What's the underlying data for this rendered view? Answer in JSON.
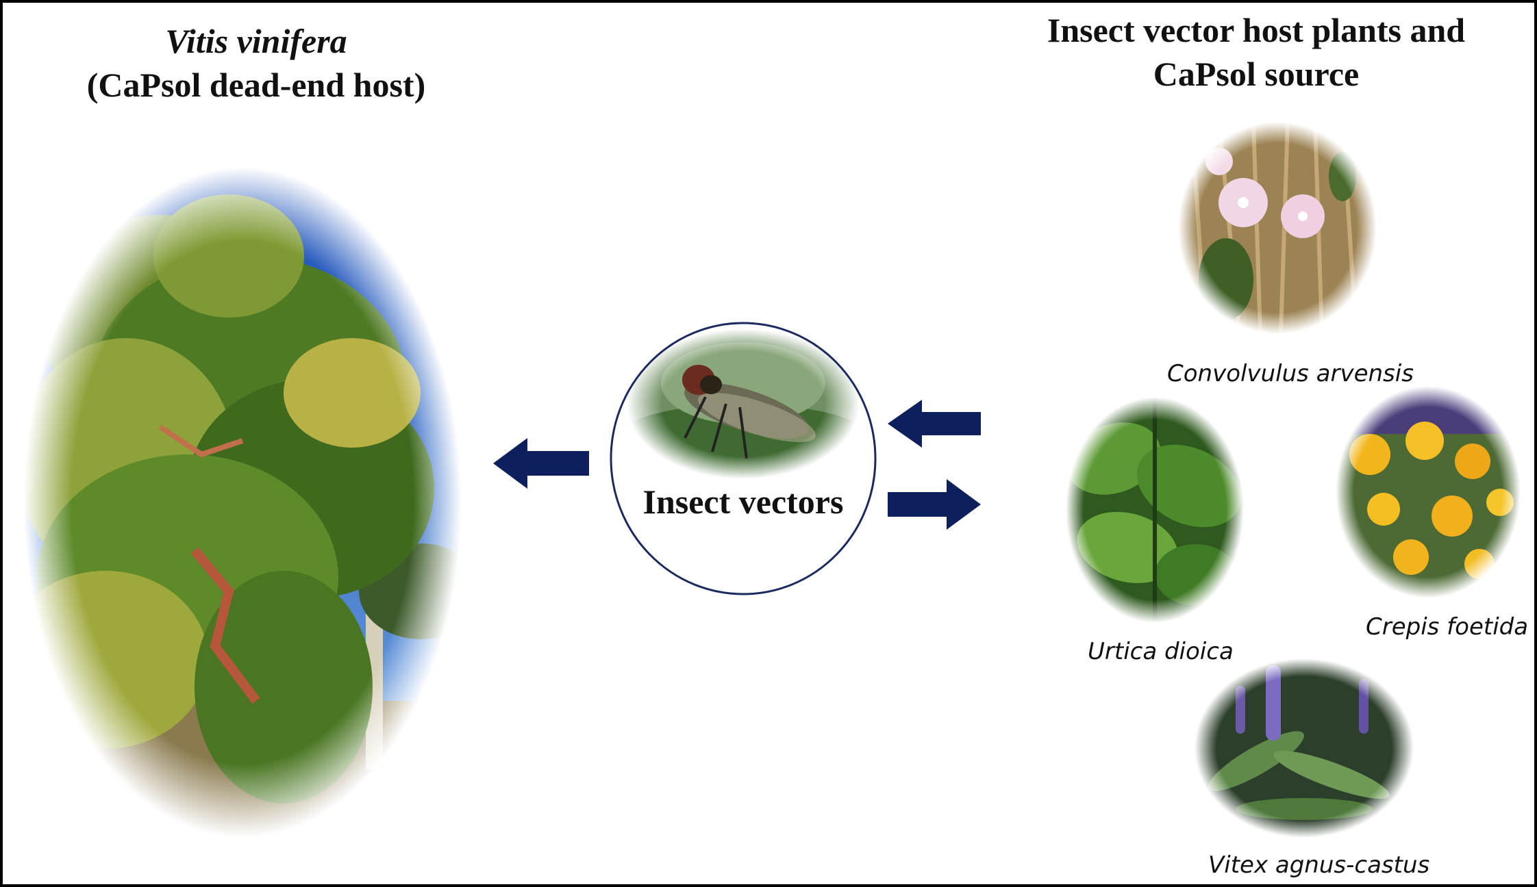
{
  "left_title": {
    "species": "Vitis vinifera",
    "role": "(CaPsol dead-end host)"
  },
  "right_title": {
    "line1": "Insect vector host plants and",
    "line2": "CaPsol source"
  },
  "center": {
    "label": "Insect vectors"
  },
  "host_plants": [
    {
      "name": "Convolvulus arvensis"
    },
    {
      "name": "Urtica dioica"
    },
    {
      "name": "Crepis foetida"
    },
    {
      "name": "Vitex agnus-castus"
    }
  ],
  "arrows": {
    "direction_to_grapevine": "left",
    "direction_to_vectors": "left",
    "direction_to_plants": "right"
  },
  "colors": {
    "arrow": "#0d1f5c",
    "circle_border": "#1a2a60",
    "frame": "#000000"
  },
  "photo_icons": {
    "grapevine": "grapevine-leaves-photo",
    "insect": "planthopper-photo",
    "convolvulus": "bindweed-flowers-photo",
    "urtica": "nettle-leaves-photo",
    "crepis": "yellow-flowers-photo",
    "vitex": "chaste-tree-photo"
  }
}
